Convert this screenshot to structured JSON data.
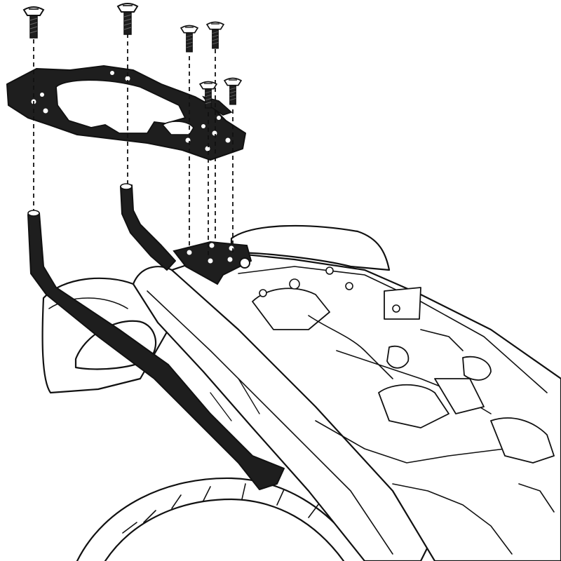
{
  "diagram": {
    "kind": "exploded-assembly",
    "colors": {
      "background": "#ffffff",
      "line": "#111111",
      "part_fill": "#1e1e1e",
      "body_fill": "#ffffff"
    },
    "parts": [
      {
        "id": "screw-1",
        "icon": "countersunk-screw-icon"
      },
      {
        "id": "screw-2",
        "icon": "countersunk-screw-icon"
      },
      {
        "id": "screw-3",
        "icon": "countersunk-screw-icon"
      },
      {
        "id": "screw-4",
        "icon": "countersunk-screw-icon"
      },
      {
        "id": "screw-5",
        "icon": "countersunk-screw-icon"
      },
      {
        "id": "screw-6",
        "icon": "countersunk-screw-icon"
      },
      {
        "id": "mounting-plate",
        "icon": "mounting-plate-icon"
      },
      {
        "id": "left-support-arm",
        "icon": "support-arm-icon"
      },
      {
        "id": "right-support-arm",
        "icon": "support-arm-icon"
      },
      {
        "id": "rear-bracket",
        "icon": "bracket-icon"
      },
      {
        "id": "motorcycle-tail",
        "icon": "motorcycle-icon"
      }
    ]
  }
}
